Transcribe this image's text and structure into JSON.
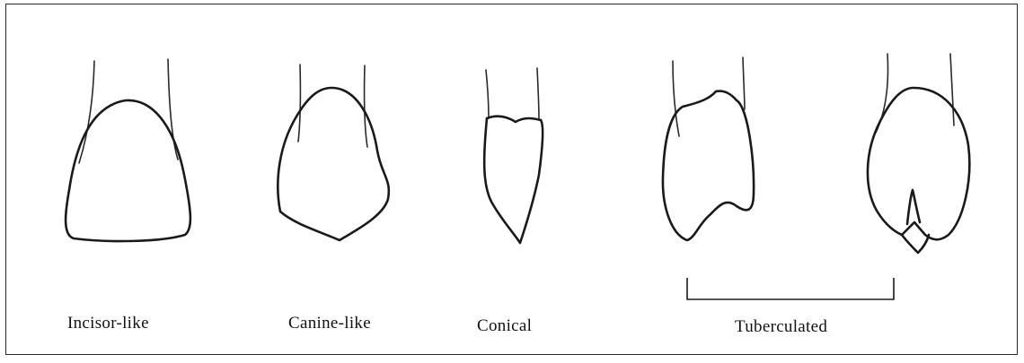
{
  "figure": {
    "labels": {
      "incisor": "Incisor-like",
      "canine": "Canine-like",
      "conical": "Conical",
      "tuberculated": "Tuberculated"
    }
  }
}
